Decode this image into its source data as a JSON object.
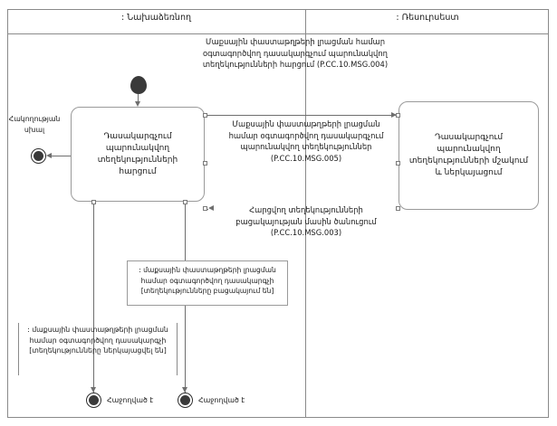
{
  "diagram": {
    "type": "uml-activity-diagram",
    "language": "hy",
    "lanes": [
      {
        "id": "left",
        "title": ": Նախաձեռնող"
      },
      {
        "id": "right",
        "title": ": Ռեսուրսեստ"
      }
    ],
    "messages": {
      "request_top": "Մաքսային փաստաթղթերի լրացման համար օգտագործվող դասակարգչում պարունակվող տեղեկությունների հարցում (P.CC.10.MSG.004)",
      "response_mid": "Մաքսային փաստաթղթերի լրացման համար օգտագործվող դասակարգչում պարունակվող տեղեկություններ (P.CC.10.MSG.005)",
      "notfound": "Հարցվող տեղեկությունների բացակայության մասին ծանուցում (P.CC.10.MSG.003)"
    },
    "activities": {
      "left": "Դասակարգչում պարունակվող տեղեկությունների հարցում",
      "right": "Դասակարգչում պարունակվող տեղեկությունների մշակում և ներկայացում"
    },
    "notes": {
      "missing": ": մաքսային փաստաթղթերի լրացման համար օգտագործվող դասակարգչի [տեղեկությունները բացակայում են]",
      "delivered": ": մաքսային փաստաթղթերի լրացման համար օգտագործվող դասակարգչի [տեղեկությունները ներկայացվել են]"
    },
    "labels": {
      "error": "Հակողության սխալ",
      "end_left": "Հաջողված է",
      "end_right": "Հաջողված է"
    },
    "colors": {
      "stroke": "#8a8a8a",
      "node_fill": "#3a3a3a",
      "text": "#1a1a1a",
      "background": "#ffffff"
    }
  }
}
